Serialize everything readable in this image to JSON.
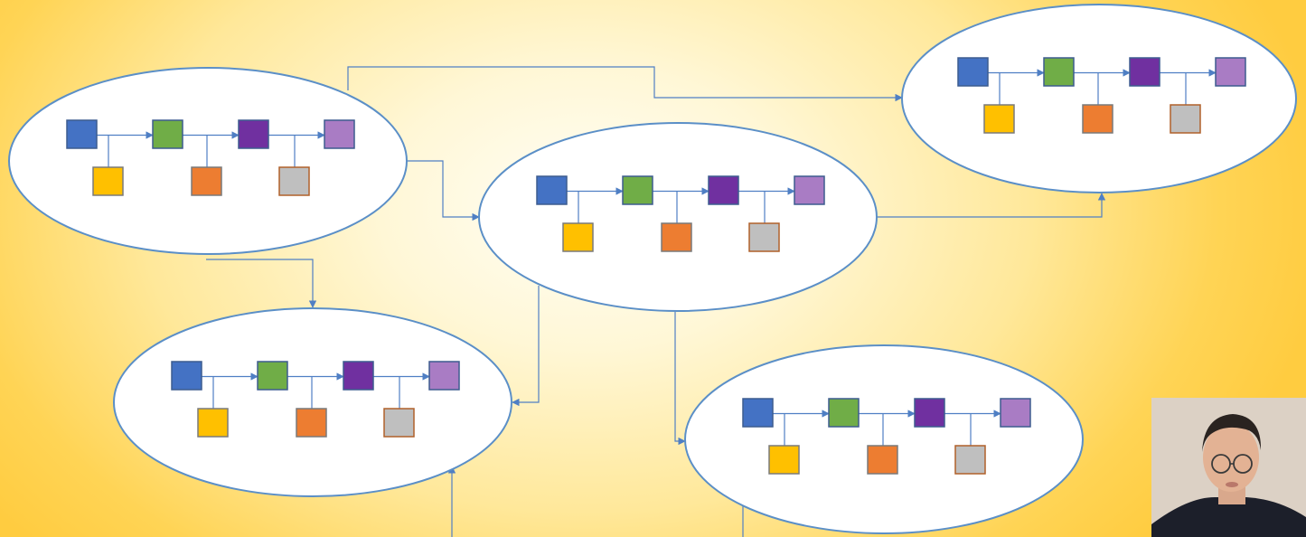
{
  "colors": {
    "background_center": "#fffef6",
    "background_edge": "#ffcc40",
    "ellipse_stroke": "#5b8fc7",
    "ellipse_fill": "#ffffff",
    "connector": "#4f7fc4",
    "block_blue": "#4472c4",
    "block_green": "#70ad47",
    "block_purple": "#7030a0",
    "block_lilac": "#a97cc4",
    "block_yellow": "#ffc000",
    "block_orange": "#ed7d31",
    "block_gray": "#bfbfbf"
  },
  "nodes": [
    {
      "id": "chain-top-left",
      "main_chain": [
        "block_blue",
        "block_green",
        "block_purple",
        "block_lilac"
      ],
      "side_blocks": [
        "block_yellow",
        "block_orange",
        "block_gray"
      ]
    },
    {
      "id": "chain-center",
      "main_chain": [
        "block_blue",
        "block_green",
        "block_purple",
        "block_lilac"
      ],
      "side_blocks": [
        "block_yellow",
        "block_orange",
        "block_gray"
      ]
    },
    {
      "id": "chain-top-right",
      "main_chain": [
        "block_blue",
        "block_green",
        "block_purple",
        "block_lilac"
      ],
      "side_blocks": [
        "block_yellow",
        "block_orange",
        "block_gray"
      ]
    },
    {
      "id": "chain-bottom-left",
      "main_chain": [
        "block_blue",
        "block_green",
        "block_purple",
        "block_lilac"
      ],
      "side_blocks": [
        "block_yellow",
        "block_orange",
        "block_gray"
      ]
    },
    {
      "id": "chain-bottom-right",
      "main_chain": [
        "block_blue",
        "block_green",
        "block_purple",
        "block_lilac"
      ],
      "side_blocks": [
        "block_yellow",
        "block_orange",
        "block_gray"
      ]
    }
  ],
  "edges": [
    {
      "from": "chain-top-left",
      "to": "chain-top-right"
    },
    {
      "from": "chain-top-left",
      "to": "chain-center"
    },
    {
      "from": "chain-top-left",
      "to": "chain-bottom-left"
    },
    {
      "from": "chain-center",
      "to": "chain-top-right"
    },
    {
      "from": "chain-center",
      "to": "chain-bottom-left"
    },
    {
      "from": "chain-center",
      "to": "chain-bottom-right"
    },
    {
      "from": "off-page-bottom",
      "to": "chain-bottom-left"
    },
    {
      "from": "chain-bottom-right",
      "to": "off-page-bottom"
    }
  ],
  "presenter": {
    "name": "presenter-webcam"
  }
}
